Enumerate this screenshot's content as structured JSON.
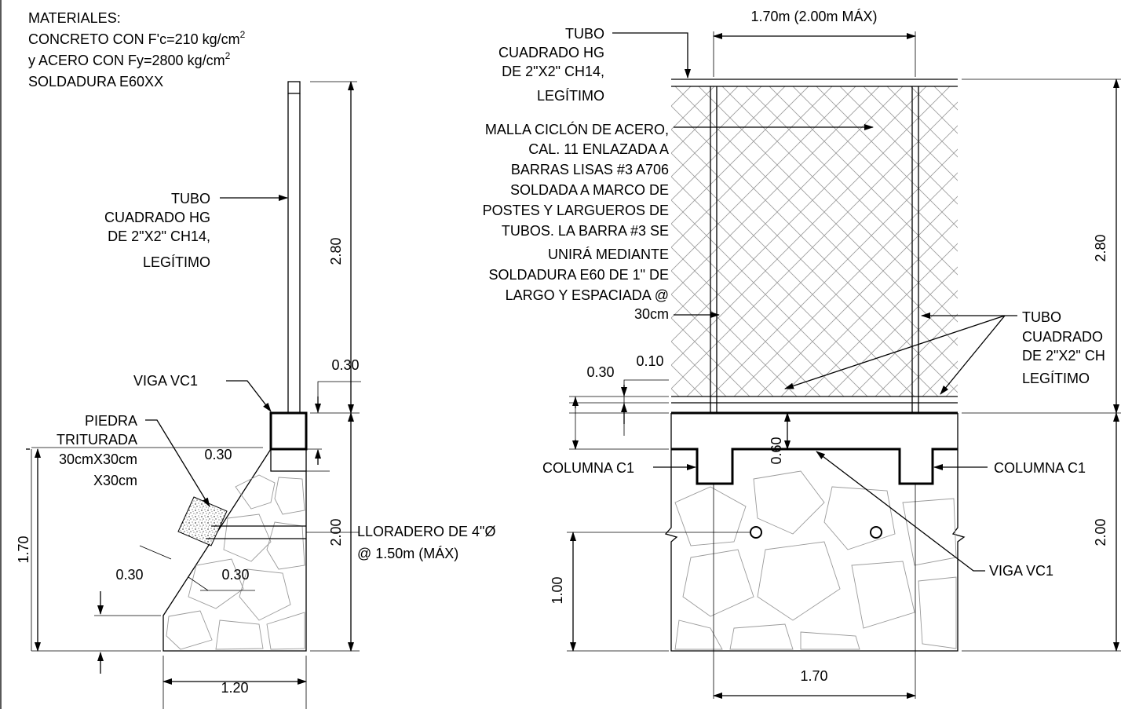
{
  "materials": {
    "line1": "MATERIALES:",
    "line2_pre": "CONCRETO CON F'c=210 kg/cm",
    "line3_pre": "y ACERO CON Fy=2800 kg/cm",
    "superscript": "2",
    "line4": "SOLDADURA E60XX"
  },
  "left_section": {
    "tube_label": [
      "TUBO",
      "CUADRADO HG",
      "DE 2\"X2\" CH14,",
      "LEGÍTIMO"
    ],
    "beam_label": "VIGA VC1",
    "stone_label": [
      "PIEDRA",
      "TRITURADA",
      "30cmX30cm",
      "X30cm"
    ],
    "drain_label": [
      "LLORADERO DE 4\"Ø",
      "@ 1.50m (MÁX)"
    ],
    "dims": {
      "height_post": "2.80",
      "beam_top": "0.30",
      "beam_width": "0.30",
      "wall_height": "2.00",
      "fill_height": "1.70",
      "stone_a": "0.30",
      "stone_b": "0.30",
      "base_width": "1.20"
    }
  },
  "right_section": {
    "tube_top_label": [
      "TUBO",
      "CUADRADO HG",
      "DE 2\"X2\" CH14,",
      "LEGÍTIMO"
    ],
    "mesh_label": [
      "MALLA CICLÓN DE ACERO,",
      "CAL. 11 ENLAZADA A",
      "BARRAS LISAS #3 A706",
      "SOLDADA A MARCO DE",
      "POSTES Y LARGUEROS DE",
      "TUBOS. LA BARRA #3 SE",
      "UNIRÁ MEDIANTE",
      "SOLDADURA E60 DE 1\" DE",
      "LARGO Y ESPACIADA @",
      "30cm"
    ],
    "tube_right_label": [
      "TUBO",
      "CUADRADO",
      "DE 2\"X2\" CH",
      "LEGÍTIMO"
    ],
    "column_left": "COLUMNA C1",
    "column_right": "COLUMNA C1",
    "beam_label": "VIGA VC1",
    "dims": {
      "span_top": "1.70m (2.00m MÁX)",
      "height_fence": "2.80",
      "d030": "0.30",
      "d010": "0.10",
      "d060": "0.60",
      "wall_height": "2.00",
      "drain_height": "1.00",
      "span_bottom": "1.70"
    }
  }
}
